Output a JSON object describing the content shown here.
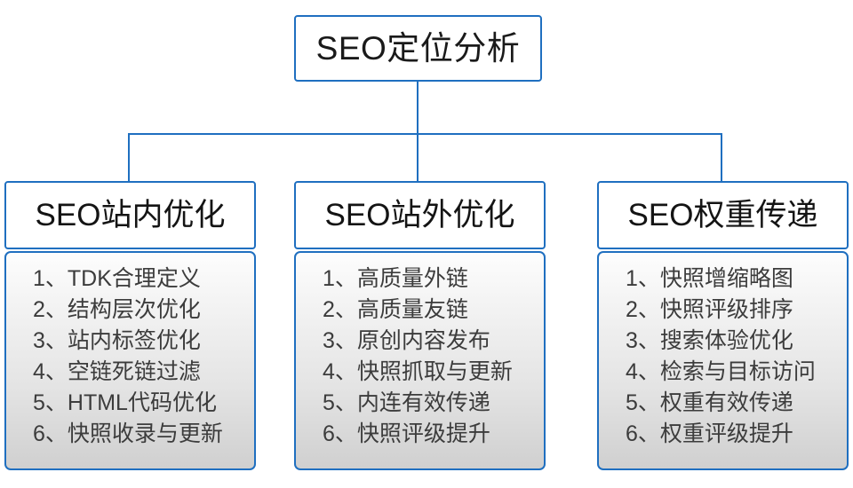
{
  "diagram": {
    "type": "organization-tree",
    "root": {
      "label": "SEO定位分析"
    },
    "colors": {
      "border": "#1f6fc0",
      "connector": "#1f6fc0",
      "header_background": "#ffffff",
      "list_background_top": "#fdfdfd",
      "list_background_bottom": "#d0d0d0",
      "title_text": "#1a1a1a",
      "list_text": "#3c3c3c",
      "page_background": "#ffffff"
    },
    "branches": [
      {
        "header": "SEO站内优化",
        "items": [
          "1、TDK合理定义",
          "2、结构层次优化",
          "3、站内标签优化",
          "4、空链死链过滤",
          "5、HTML代码优化",
          "6、快照收录与更新"
        ]
      },
      {
        "header": "SEO站外优化",
        "items": [
          "1、高质量外链",
          "2、高质量友链",
          "3、原创内容发布",
          "4、快照抓取与更新",
          "5、内连有效传递",
          "6、快照评级提升"
        ]
      },
      {
        "header": "SEO权重传递",
        "items": [
          "1、快照增缩略图",
          "2、快照评级排序",
          "3、搜索体验优化",
          "4、检索与目标访问",
          "5、权重有效传递",
          "6、权重评级提升"
        ]
      }
    ]
  }
}
